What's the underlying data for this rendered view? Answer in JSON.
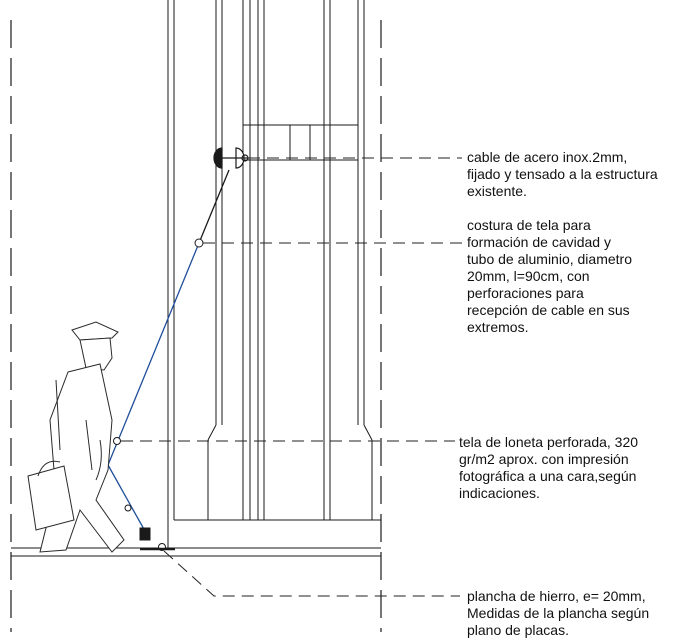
{
  "annotations": [
    {
      "id": "cable",
      "text": "cable de acero inox.2mm,\nfijado y tensado a la estructura\nexistente."
    },
    {
      "id": "seam",
      "text": "costura de tela para\nformación de cavidad y\ntubo de aluminio, diametro\n20mm, l=90cm, con\nperforaciones para\nrecepción de cable en sus\nextremos."
    },
    {
      "id": "canvas",
      "text": "tela de loneta perforada, 320\ngr/m2 aprox. con impresión\nfotográfica a una cara,según\nindicaciones."
    },
    {
      "id": "plate",
      "text": "plancha de hierro, e= 20mm,\nMedidas de la plancha según\nplano de placas."
    }
  ],
  "colors": {
    "line": "#1a1a1a",
    "cable_blue": "#1f4e9a",
    "leader": "#222222"
  }
}
